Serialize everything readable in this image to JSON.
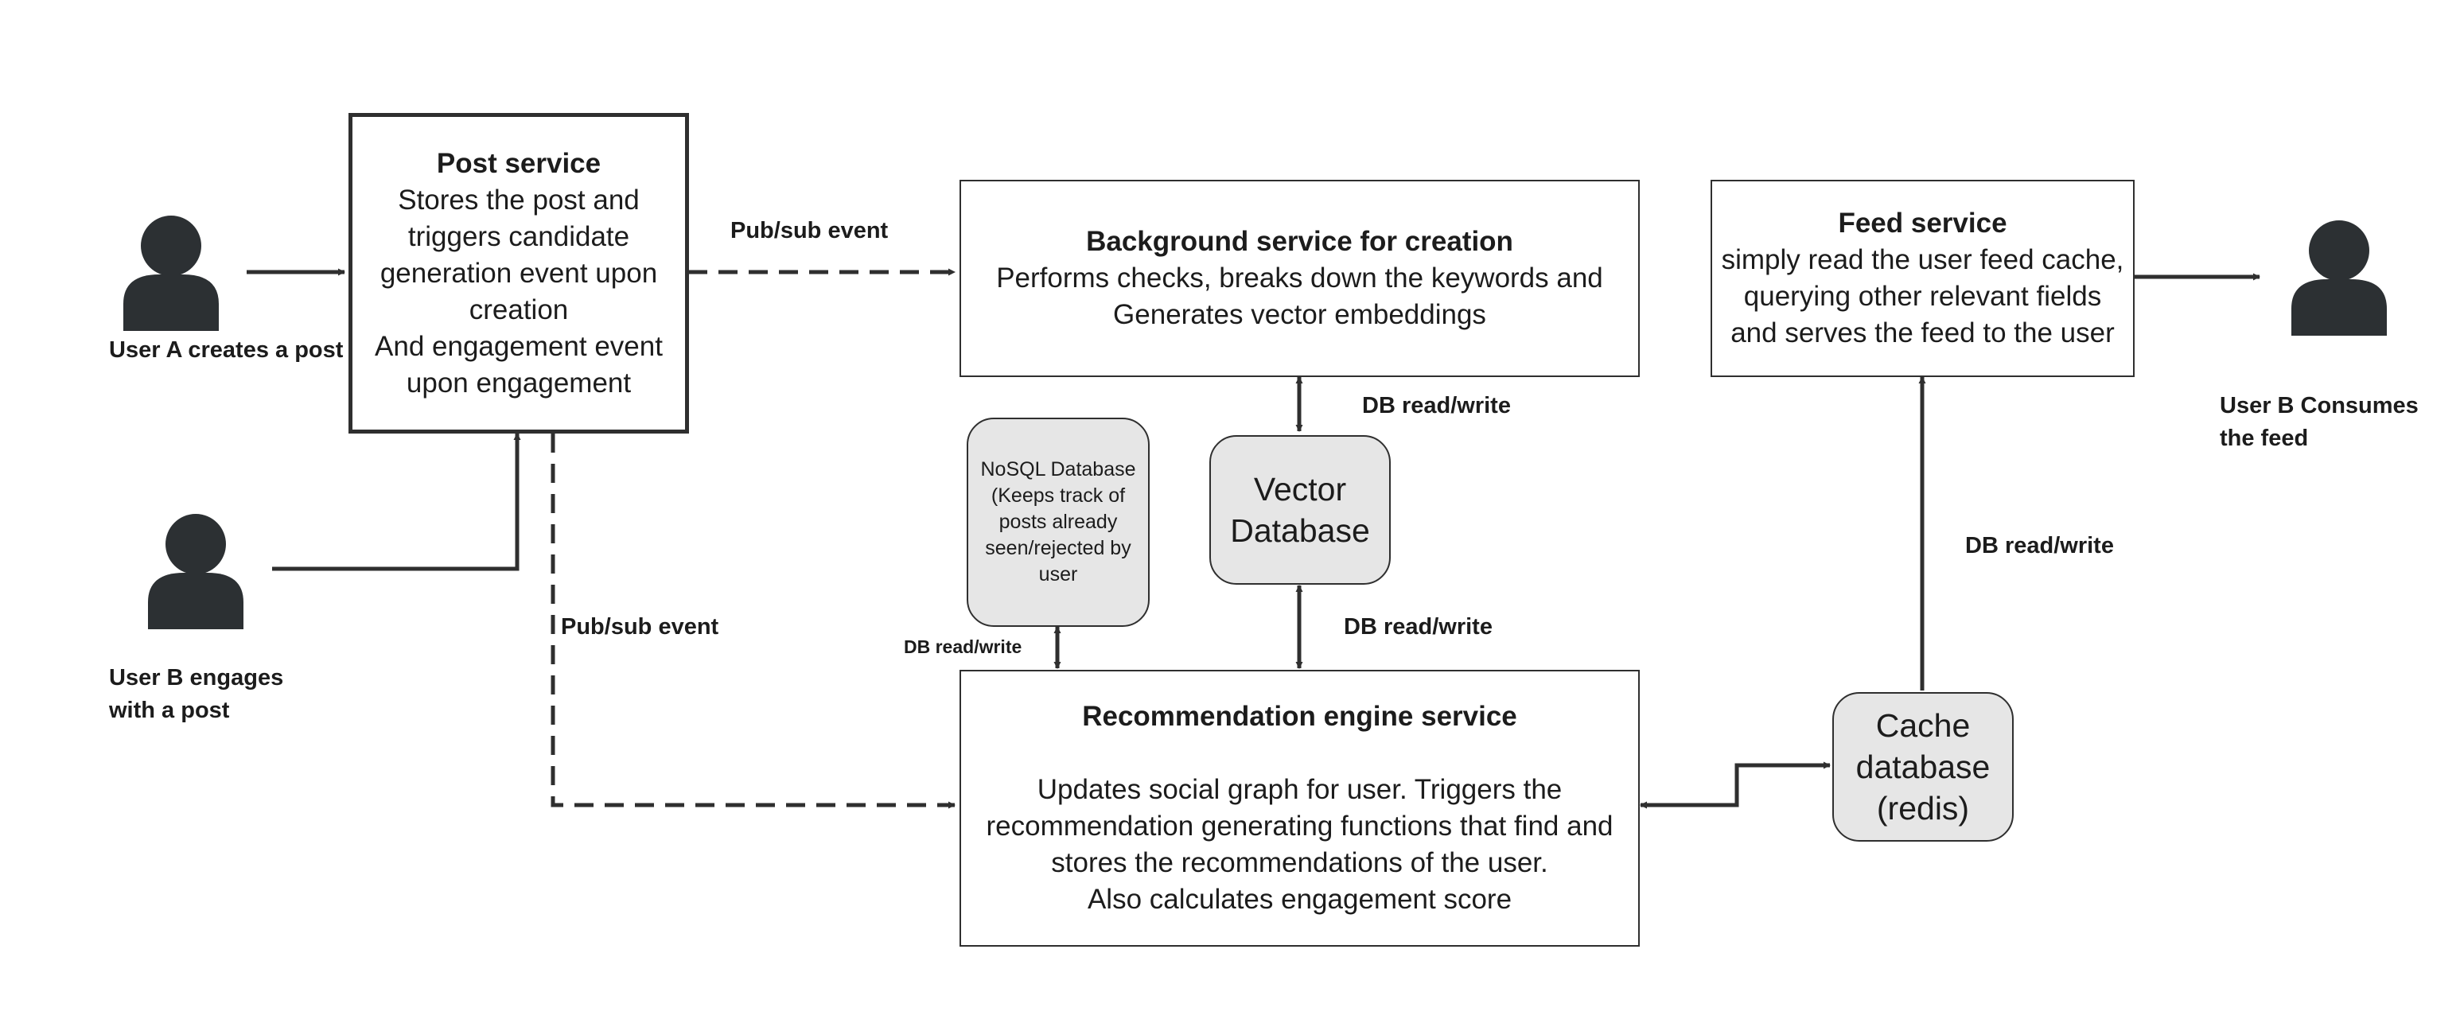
{
  "colors": {
    "stroke": "#2f2f2f",
    "db_fill": "#e6e6e6",
    "icon": "#2c3033",
    "background": "#ffffff"
  },
  "actors": {
    "user_a_label": "User A creates a post",
    "user_b_engage_label": "User B engages with a post",
    "user_b_consume_label": "User B Consumes the feed",
    "icon": "person-icon"
  },
  "post_service": {
    "title": "Post service",
    "lines": [
      "Stores the post and",
      "triggers candidate",
      "generation event upon",
      "creation",
      "And engagement event",
      "upon engagement"
    ]
  },
  "background_service": {
    "title": "Background service for creation",
    "lines": [
      "Performs checks, breaks down the keywords  and",
      "Generates vector embeddings"
    ]
  },
  "feed_service": {
    "title": "Feed service",
    "lines": [
      "simply read the user feed cache,",
      "querying other relevant fields",
      "and serves the feed to the user"
    ]
  },
  "recommendation_service": {
    "title": "Recommendation engine service",
    "lines": [
      "Updates social graph for user. Triggers the",
      "recommendation generating functions that find and",
      "stores the recommendations of the user.",
      "Also calculates engagement score"
    ]
  },
  "nosql_db": {
    "lines": [
      "NoSQL Database",
      "(Keeps track of",
      "posts already",
      "seen/rejected by",
      "user"
    ]
  },
  "vector_db": {
    "lines": [
      "Vector",
      "Database"
    ]
  },
  "cache_db": {
    "lines": [
      "Cache",
      "database",
      "(redis)"
    ]
  },
  "edge_labels": {
    "pubsub_top": "Pub/sub event",
    "pubsub_left": "Pub/sub event",
    "db_rw_vector_top": "DB read/write",
    "db_rw_vector_bottom": "DB read/write",
    "db_rw_nosql": "DB read/write",
    "db_rw_cache": "DB read/write"
  }
}
